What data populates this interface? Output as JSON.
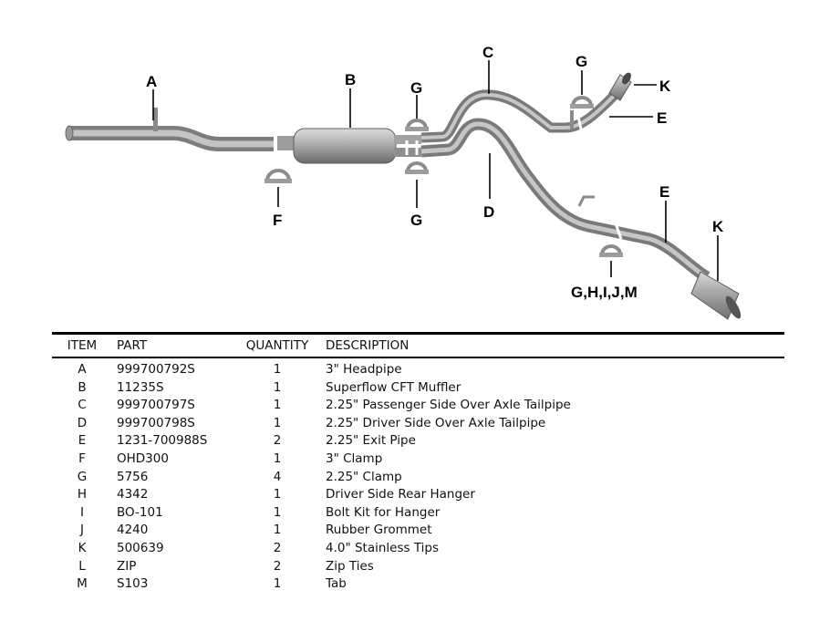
{
  "callouts": {
    "a": "A",
    "b": "B",
    "c": "C",
    "d": "D",
    "e1": "E",
    "e2": "E",
    "f": "F",
    "g1": "G",
    "g2": "G",
    "g3": "G",
    "k1": "K",
    "k2": "K",
    "ghijm": "G,H,I,J,M"
  },
  "table": {
    "headers": {
      "item": "ITEM",
      "part": "PART",
      "quantity": "QUANTITY",
      "description": "DESCRIPTION"
    },
    "rows": [
      {
        "item": "A",
        "part": "999700792S",
        "qty": "1",
        "desc": "3\" Headpipe"
      },
      {
        "item": "B",
        "part": "11235S",
        "qty": "1",
        "desc": "Superflow CFT Muffler"
      },
      {
        "item": "C",
        "part": "999700797S",
        "qty": "1",
        "desc": "2.25\" Passenger Side Over Axle Tailpipe"
      },
      {
        "item": "D",
        "part": "999700798S",
        "qty": "1",
        "desc": "2.25\" Driver Side Over Axle Tailpipe"
      },
      {
        "item": "E",
        "part": "1231-700988S",
        "qty": "2",
        "desc": "2.25\" Exit Pipe"
      },
      {
        "item": "F",
        "part": "OHD300",
        "qty": "1",
        "desc": "3\" Clamp"
      },
      {
        "item": "G",
        "part": "5756",
        "qty": "4",
        "desc": "2.25\" Clamp"
      },
      {
        "item": "H",
        "part": "4342",
        "qty": "1",
        "desc": "Driver Side Rear Hanger"
      },
      {
        "item": "I",
        "part": "BO-101",
        "qty": "1",
        "desc": "Bolt Kit for Hanger"
      },
      {
        "item": "J",
        "part": "4240",
        "qty": "1",
        "desc": "Rubber Grommet"
      },
      {
        "item": "K",
        "part": "500639",
        "qty": "2",
        "desc": "4.0\" Stainless Tips"
      },
      {
        "item": "L",
        "part": "ZIP",
        "qty": "2",
        "desc": "Zip Ties"
      },
      {
        "item": "M",
        "part": "S103",
        "qty": "1",
        "desc": "Tab"
      }
    ]
  }
}
